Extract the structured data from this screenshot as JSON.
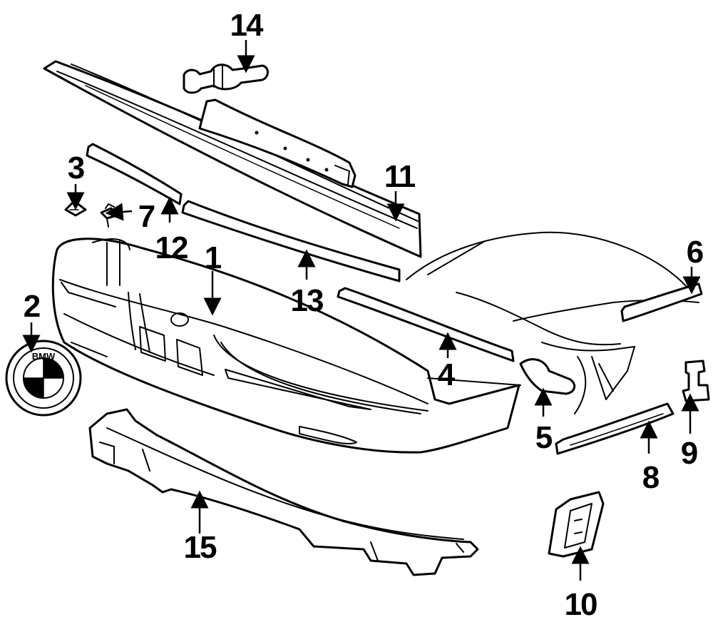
{
  "callouts": [
    {
      "id": "1",
      "label": "1"
    },
    {
      "id": "2",
      "label": "2"
    },
    {
      "id": "3",
      "label": "3"
    },
    {
      "id": "4",
      "label": "4"
    },
    {
      "id": "5",
      "label": "5"
    },
    {
      "id": "6",
      "label": "6"
    },
    {
      "id": "7",
      "label": "7"
    },
    {
      "id": "8",
      "label": "8"
    },
    {
      "id": "9",
      "label": "9"
    },
    {
      "id": "10",
      "label": "10"
    },
    {
      "id": "11",
      "label": "11"
    },
    {
      "id": "12",
      "label": "12"
    },
    {
      "id": "13",
      "label": "13"
    },
    {
      "id": "14",
      "label": "14"
    },
    {
      "id": "15",
      "label": "15"
    }
  ],
  "emblem": {
    "text": "BMW"
  }
}
